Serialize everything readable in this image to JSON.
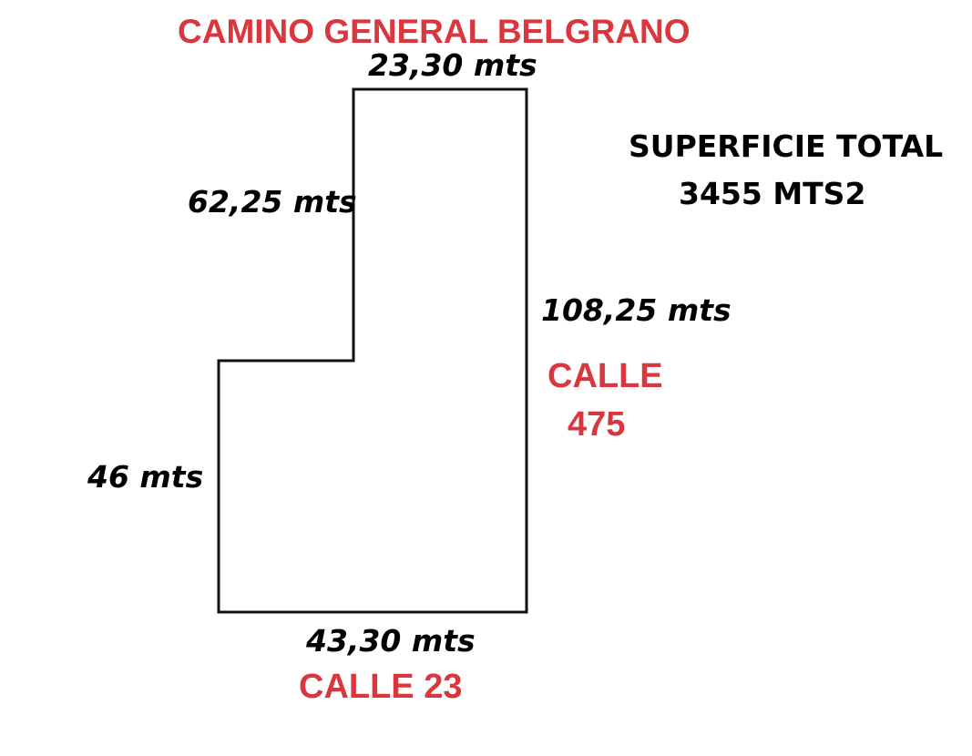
{
  "streets": {
    "north": "CAMINO GENERAL BELGRANO",
    "east_line1": "CALLE",
    "east_line2": "475",
    "south": "CALLE 23"
  },
  "measurements": {
    "top": "23,30 mts",
    "left_upper": "62,25 mts",
    "right": "108,25 mts",
    "left_lower": "46 mts",
    "bottom": "43,30 mts"
  },
  "area": {
    "title": "SUPERFICIE TOTAL",
    "value": "3455 MTS2"
  },
  "colors": {
    "street_label": "#d9363e",
    "measure_label": "#1b1b1b",
    "boundary_line": "#111111"
  }
}
